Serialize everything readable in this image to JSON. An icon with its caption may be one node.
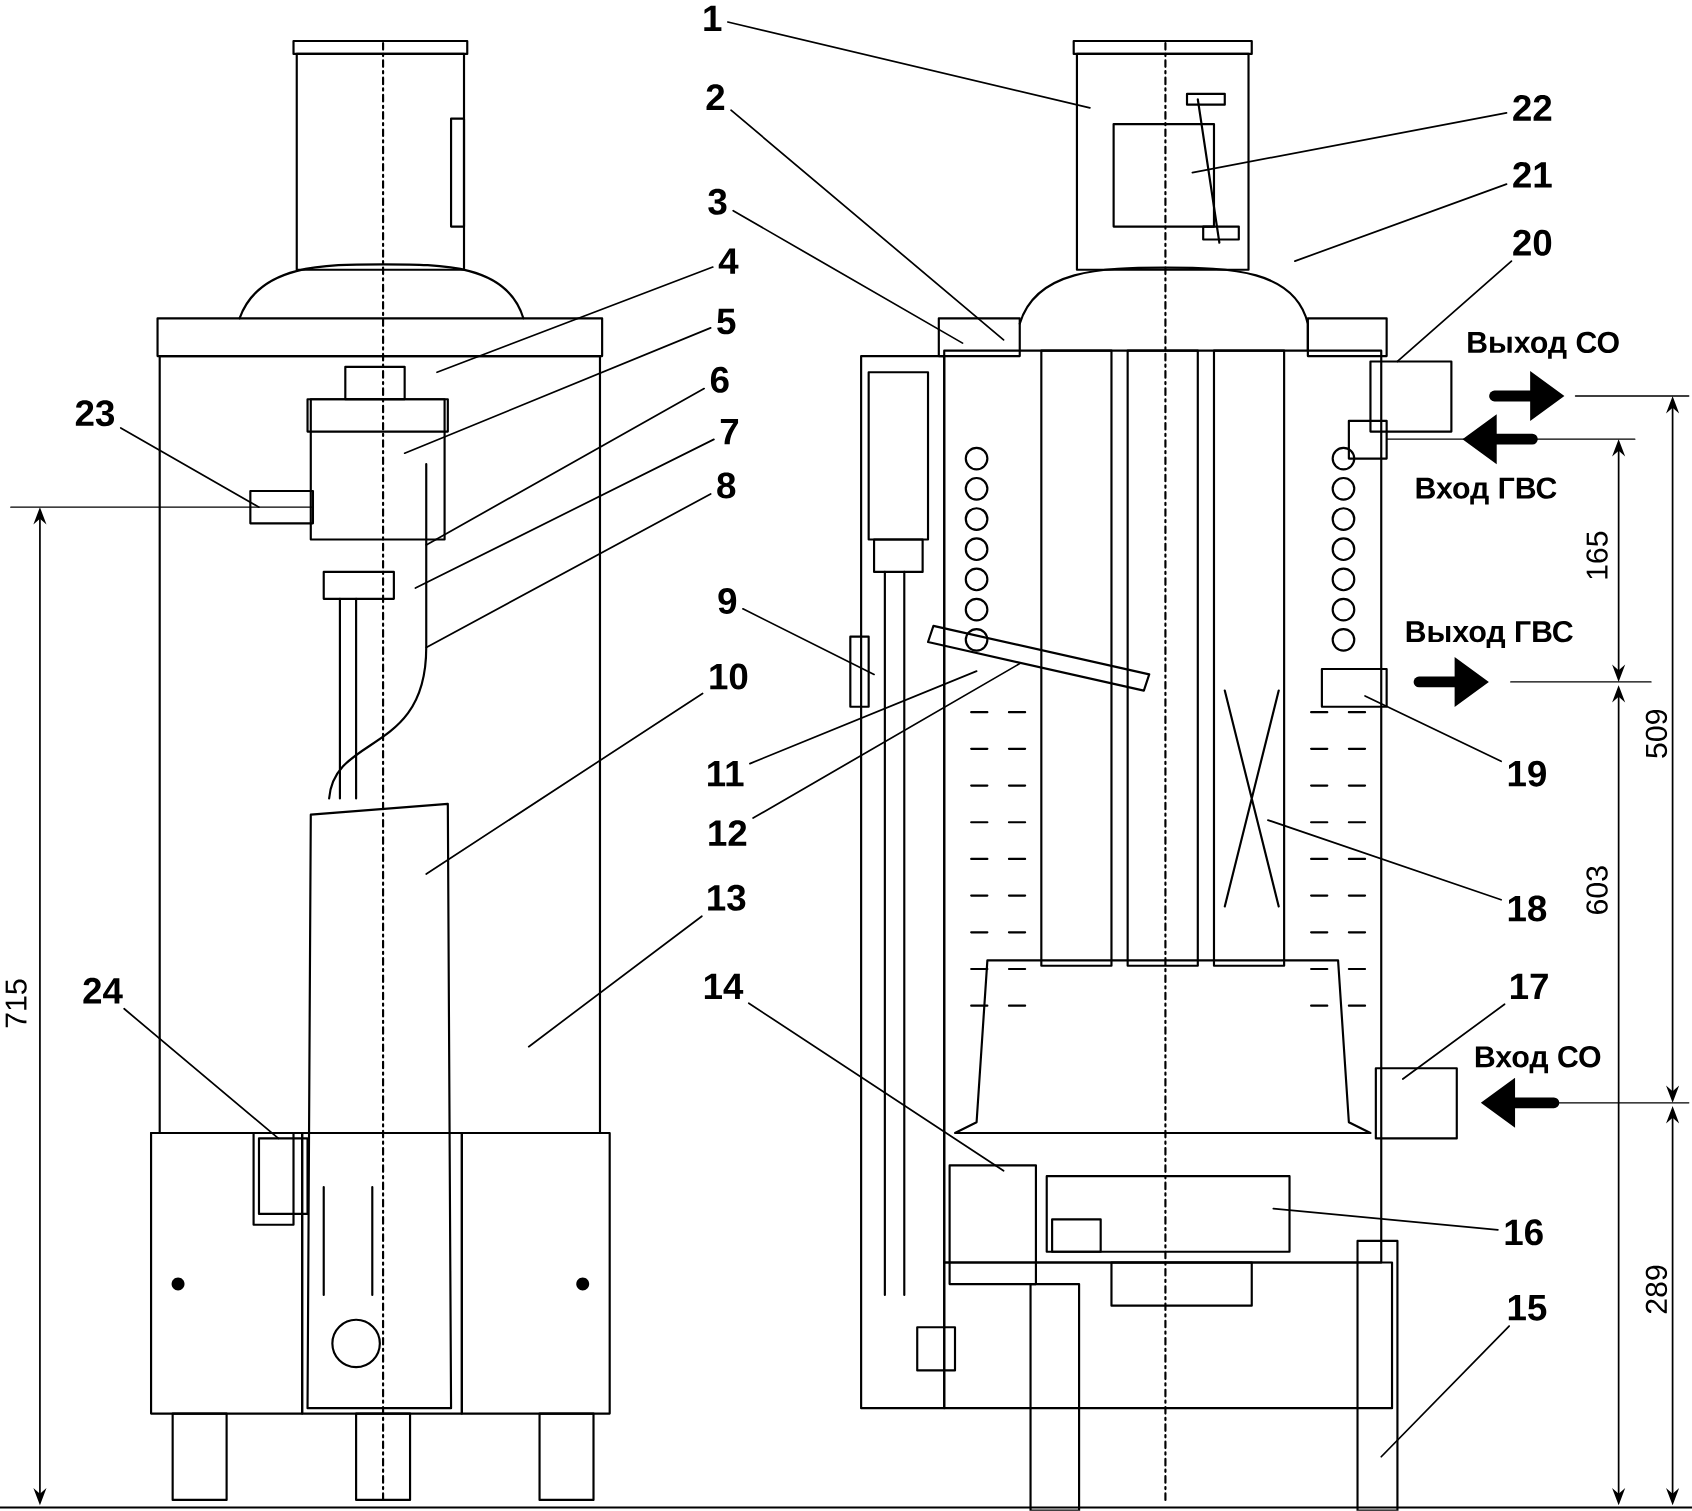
{
  "diagram": {
    "nodes": [
      {
        "text": [
          "1"
        ]
      },
      {
        "text": [
          "2"
        ]
      },
      {
        "text": [
          "3"
        ]
      },
      {
        "text": [
          "4"
        ]
      },
      {
        "text": [
          "5"
        ]
      },
      {
        "text": [
          "6"
        ]
      },
      {
        "text": [
          "7"
        ]
      },
      {
        "text": [
          "8"
        ]
      },
      {
        "text": [
          "9"
        ]
      },
      {
        "text": [
          "10"
        ]
      },
      {
        "text": [
          "11"
        ]
      },
      {
        "text": [
          "12"
        ]
      },
      {
        "text": [
          "13"
        ]
      },
      {
        "text": [
          "14"
        ]
      },
      {
        "text": [
          "15"
        ]
      },
      {
        "text": [
          "16"
        ]
      },
      {
        "text": [
          "17"
        ]
      },
      {
        "text": [
          "18"
        ]
      },
      {
        "text": [
          "19"
        ]
      },
      {
        "text": [
          "20"
        ]
      },
      {
        "text": [
          "21"
        ]
      },
      {
        "text": [
          "22"
        ]
      },
      {
        "text": [
          "23"
        ]
      },
      {
        "text": [
          "24"
        ]
      }
    ],
    "edges": [
      {
        "from": 0,
        "to": null,
        "arrow": "none"
      },
      {
        "from": 1,
        "to": null,
        "arrow": "none"
      },
      {
        "from": 2,
        "to": null,
        "arrow": "none"
      },
      {
        "from": 3,
        "to": null,
        "arrow": "none"
      },
      {
        "from": 4,
        "to": null,
        "arrow": "none"
      },
      {
        "from": 5,
        "to": null,
        "arrow": "none"
      },
      {
        "from": 6,
        "to": null,
        "arrow": "none"
      },
      {
        "from": 7,
        "to": null,
        "arrow": "none"
      },
      {
        "from": 8,
        "to": null,
        "arrow": "none"
      },
      {
        "from": 9,
        "to": null,
        "arrow": "none"
      },
      {
        "from": 10,
        "to": null,
        "arrow": "none"
      },
      {
        "from": 11,
        "to": null,
        "arrow": "none"
      },
      {
        "from": 12,
        "to": null,
        "arrow": "none"
      },
      {
        "from": 13,
        "to": null,
        "arrow": "none"
      },
      {
        "from": 14,
        "to": null,
        "arrow": "none"
      },
      {
        "from": 15,
        "to": null,
        "arrow": "none"
      },
      {
        "from": 16,
        "to": null,
        "arrow": "none"
      },
      {
        "from": 17,
        "to": null,
        "arrow": "none"
      },
      {
        "from": 18,
        "to": null,
        "arrow": "none"
      },
      {
        "from": 19,
        "to": null,
        "arrow": "none"
      },
      {
        "from": 20,
        "to": null,
        "arrow": "none"
      },
      {
        "from": 21,
        "to": null,
        "arrow": "none"
      },
      {
        "from": 22,
        "to": null,
        "arrow": "none"
      },
      {
        "from": 23,
        "to": null,
        "arrow": "none"
      }
    ],
    "labels": [
      "Выход СО",
      "Вход ГВС",
      "165",
      "Выход ГВС",
      "509",
      "603",
      "Вход СО",
      "715",
      "289"
    ]
  }
}
